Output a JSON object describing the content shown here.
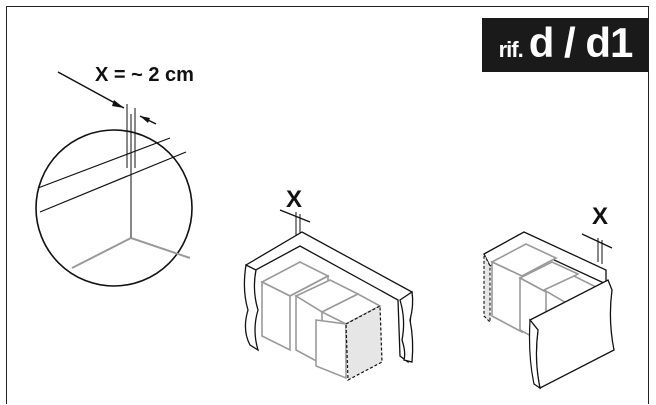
{
  "reference": {
    "prefix": "rif.",
    "value": "d / d1"
  },
  "detail": {
    "measure_label": "X = ~ 2 cm"
  },
  "figures": [
    {
      "label": "X"
    },
    {
      "label": "X"
    }
  ],
  "colors": {
    "badge_bg": "#1a1a1a",
    "line": "#1a1a1a",
    "panel": "#9a9a9a",
    "fill": "#e6e6e6"
  }
}
